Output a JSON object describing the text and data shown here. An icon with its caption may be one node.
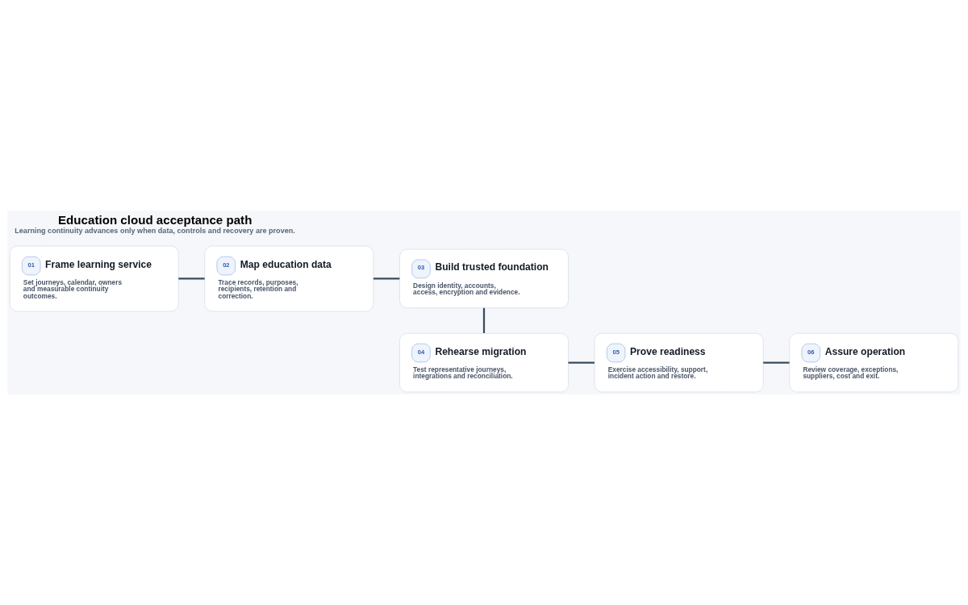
{
  "diagram": {
    "title": "Education cloud acceptance path",
    "caption": "Learning continuity advances only when data, controls and recovery are proven.",
    "nodes": [
      {
        "text": [
          "01",
          "Frame learning service",
          "Set journeys, calendar, owners and measurable continuity outcomes."
        ]
      },
      {
        "text": [
          "02",
          "Map education data",
          "Trace records, purposes, recipients, retention and correction."
        ]
      },
      {
        "text": [
          "03",
          "Build trusted foundation",
          "Design identity, accounts, access, encryption and evidence."
        ]
      },
      {
        "text": [
          "04",
          "Rehearse migration",
          "Test representative journeys, integrations and reconciliation."
        ]
      },
      {
        "text": [
          "05",
          "Prove readiness",
          "Exercise accessibility, support, incident action and restore."
        ]
      },
      {
        "text": [
          "06",
          "Assure operation",
          "Review coverage, exceptions, suppliers, cost and exit."
        ]
      }
    ],
    "edges": [
      {
        "from": 0,
        "to": 1,
        "arrow": "none"
      },
      {
        "from": 1,
        "to": 2,
        "arrow": "none"
      },
      {
        "from": 2,
        "to": 3,
        "arrow": "none"
      },
      {
        "from": 3,
        "to": 4,
        "arrow": "none"
      },
      {
        "from": 4,
        "to": 5,
        "arrow": "none"
      }
    ]
  }
}
